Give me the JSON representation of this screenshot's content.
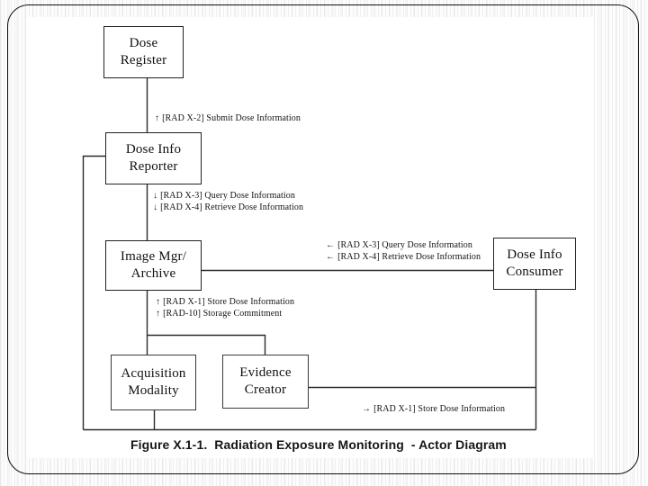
{
  "figure": {
    "caption": "Figure X.1-1.  Radiation Exposure Monitoring  - Actor Diagram"
  },
  "actors": {
    "dose_register": "Dose\nRegister",
    "dose_info_reporter": "Dose Info\nReporter",
    "image_mgr_archive": "Image Mgr/\nArchive",
    "dose_info_consumer": "Dose Info\nConsumer",
    "acquisition_modality": "Acquisition\nModality",
    "evidence_creator": "Evidence\nCreator"
  },
  "edge_labels": {
    "submit_dose": {
      "arrow": "↑",
      "text": "[RAD X-2] Submit Dose Information"
    },
    "query_dose_down": {
      "arrow": "↓",
      "text": "[RAD X-3] Query Dose Information"
    },
    "retrieve_dose_down": {
      "arrow": "↓",
      "text": "[RAD X-4] Retrieve Dose Information"
    },
    "query_dose_left": {
      "arrow": "←",
      "text": "[RAD X-3] Query Dose Information"
    },
    "retrieve_dose_left": {
      "arrow": "←",
      "text": "[RAD X-4] Retrieve Dose Information"
    },
    "store_dose_up": {
      "arrow": "↑",
      "text": "[RAD X-1] Store Dose Information"
    },
    "storage_commitment_up": {
      "arrow": "↑",
      "text": "[RAD-10] Storage Commitment"
    },
    "store_dose_right": {
      "arrow": "→",
      "text": "[RAD X-1] Store Dose Information"
    }
  },
  "colors": {
    "line": "#2b2b2b",
    "box_border": "#222222",
    "stripe": "#ececec"
  }
}
